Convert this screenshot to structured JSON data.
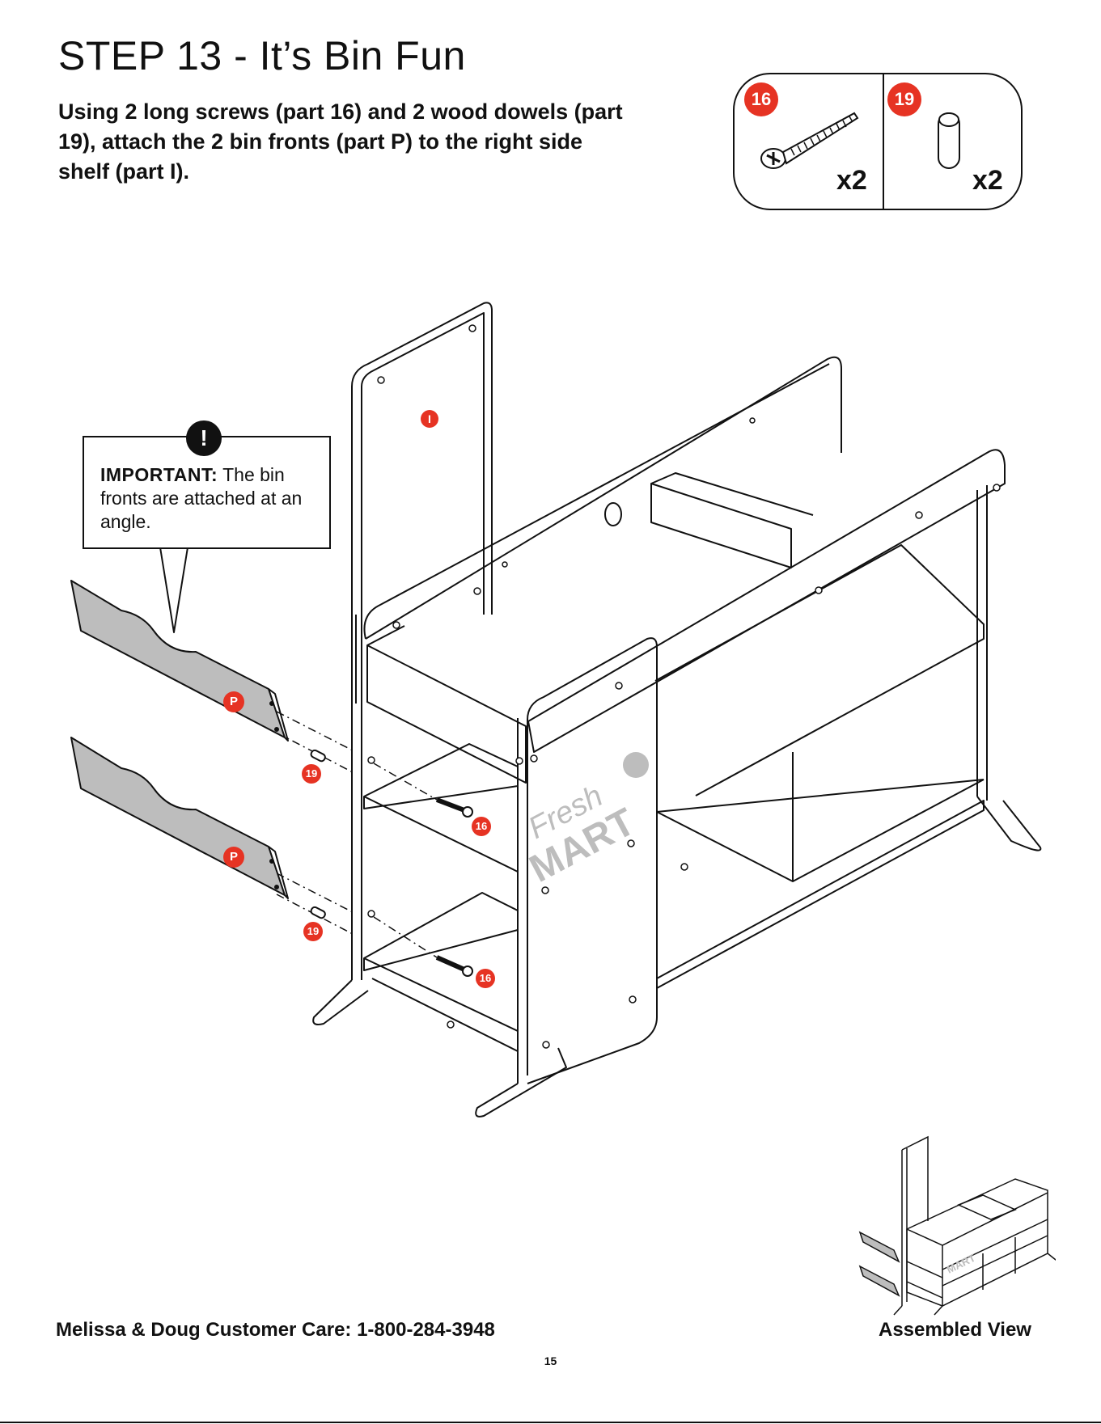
{
  "step": {
    "title": "STEP 13 - It’s Bin Fun",
    "instruction": "Using 2 long screws (part 16) and 2 wood dowels (part 19), attach the 2 bin fronts (part P) to the right side shelf (part I)."
  },
  "parts": [
    {
      "number": "16",
      "name": "long screw",
      "icon": "screw-icon",
      "quantity": "x2"
    },
    {
      "number": "19",
      "name": "wood dowel",
      "icon": "dowel-icon",
      "quantity": "x2"
    }
  ],
  "callout": {
    "icon": "exclamation-icon",
    "symbol": "!",
    "label": "IMPORTANT:",
    "text": " The bin fronts are attached at an angle."
  },
  "diagram_labels": {
    "shelf": "I",
    "bin_front": "P",
    "dowel": "19",
    "screw": "16",
    "logo_top": "Fresh",
    "logo_bottom": "MART"
  },
  "colors": {
    "badge": "#e63323",
    "panel_fill": "#bdbdbd",
    "line": "#111111"
  },
  "footer": {
    "customer_care": "Melissa & Doug Customer Care: 1-800-284-3948",
    "assembled_view": "Assembled View",
    "page_number": "15"
  }
}
